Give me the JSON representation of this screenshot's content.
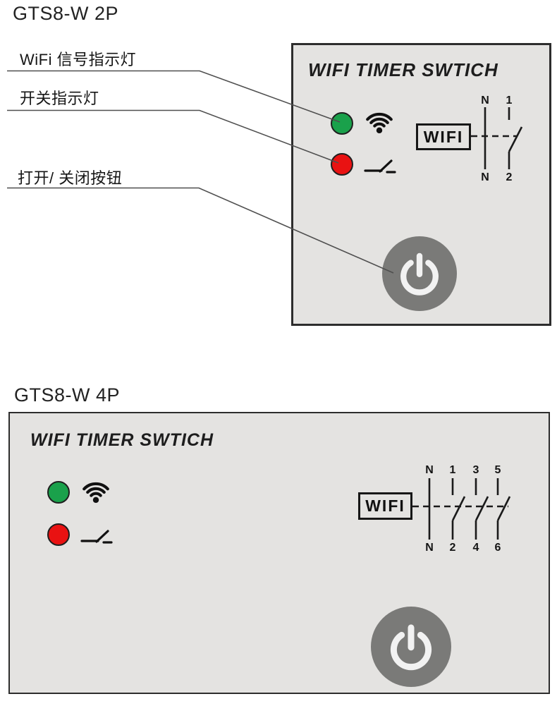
{
  "colors": {
    "panel_bg": "#e4e3e1",
    "panel_border": "#2d2d2d",
    "led_green": "#1aa14b",
    "led_red": "#e91212",
    "power_button_gray": "#7a7a78",
    "power_icon": "#f2f2f2",
    "ink": "#1a1a1a"
  },
  "s2p": {
    "title": "GTS8-W 2P",
    "callout_wifi": "WiFi 信号指示灯",
    "callout_switch": "开关指示灯",
    "callout_button": "打开/ 关闭按钮",
    "heading": "WIFI TIMER SWTICH",
    "wifi_label": "WIFI",
    "t_top": [
      "N",
      "1"
    ],
    "t_bottom": [
      "N",
      "2"
    ]
  },
  "s4p": {
    "title": "GTS8-W 4P",
    "heading": "WIFI TIMER SWTICH",
    "wifi_label": "WIFI",
    "t_top": [
      "N",
      "1",
      "3",
      "5"
    ],
    "t_bottom": [
      "N",
      "2",
      "4",
      "6"
    ]
  }
}
